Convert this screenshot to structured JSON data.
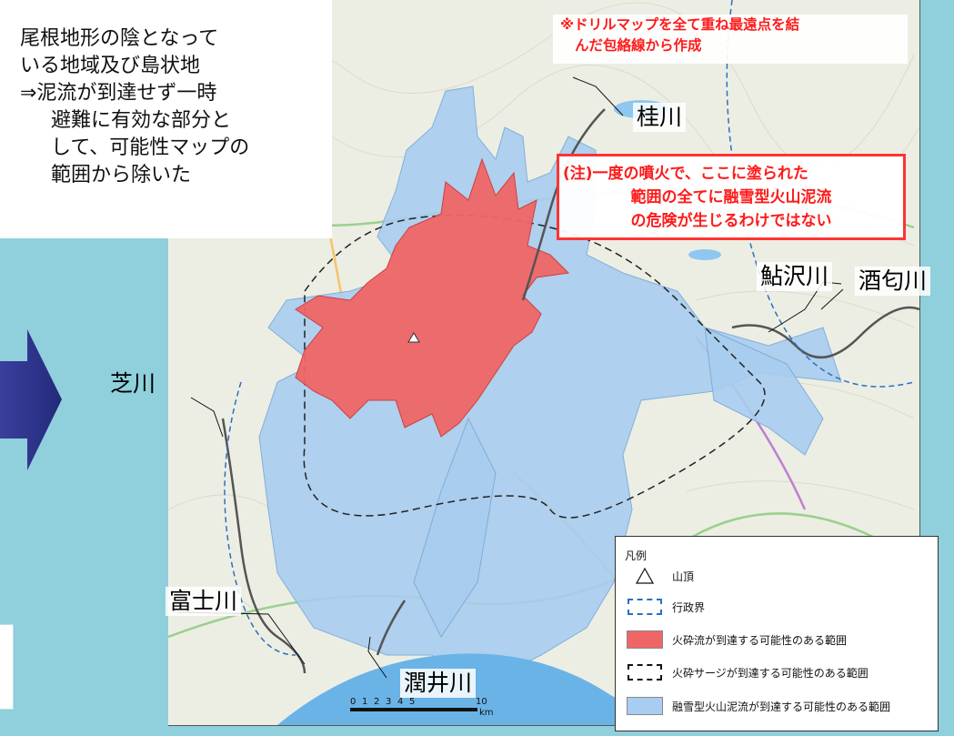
{
  "left_note": {
    "lines": [
      "尾根地形の陰となって",
      "いる地域及び島状地",
      "⇒泥流が到達せず一時",
      "避難に有効な部分と",
      "して、可能性マップの",
      "範囲から除いた"
    ]
  },
  "top_note": {
    "lines": [
      "※ドリルマップを全て重ね最遠点を結",
      "んだ包絡線から作成"
    ]
  },
  "caution_note": {
    "lines": [
      "(注)一度の噴火で、ここに塗られた",
      "範囲の全てに融雪型火山泥流",
      "の危険が生じるわけではない"
    ]
  },
  "rivers": {
    "katsura": "桂川",
    "ayuzawa": "鮎沢川",
    "sakawa": "酒匂川",
    "shiba": "芝川",
    "fuji": "富士川",
    "urui": "潤井川"
  },
  "legend": {
    "title": "凡例",
    "items": [
      {
        "label": "山頂",
        "symbol": "triangle-icon"
      },
      {
        "label": "行政界",
        "symbol": "dashed-blue-box"
      },
      {
        "label": "火砕流が到達する可能性のある範囲",
        "symbol": "red-fill",
        "color": "#f06666"
      },
      {
        "label": "火砕サージが到達する可能性のある範囲",
        "symbol": "dashed-black-box"
      },
      {
        "label": "融雪型火山泥流が到達する可能性のある範囲",
        "symbol": "blue-fill",
        "color": "#a9cdf0"
      }
    ]
  },
  "scale": {
    "ticks": [
      "0",
      "1",
      "2",
      "3",
      "4",
      "5",
      "10"
    ],
    "unit": "km"
  },
  "colors": {
    "background": "#8fd0dc",
    "pyroclastic": "#f06666",
    "lahar": "#a9cdf0",
    "annotation_red": "#ff1a1a"
  }
}
